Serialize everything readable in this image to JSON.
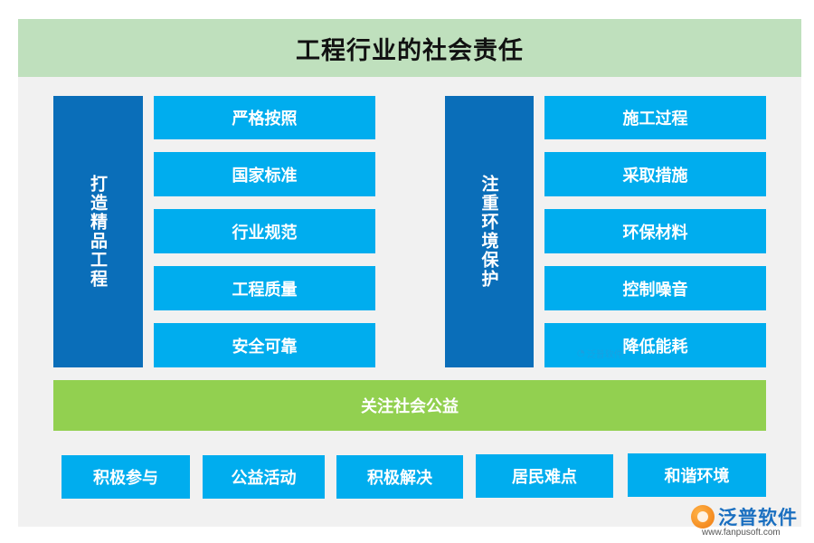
{
  "title": "工程行业的社会责任",
  "left_group": {
    "pillar": "打造精品工程",
    "items": [
      "严格按照",
      "国家标准",
      "行业规范",
      "工程质量",
      "安全可靠"
    ]
  },
  "right_group": {
    "pillar": "注重环境保护",
    "items": [
      "施工过程",
      "采取措施",
      "环保材料",
      "控制噪音",
      "降低能耗"
    ]
  },
  "bar": "关注社会公益",
  "bottom_items": [
    "积极参与",
    "公益活动",
    "积极解决",
    "居民难点",
    "和谐环境"
  ],
  "watermark": "泛普软件",
  "logo": {
    "text": "泛普软件",
    "url": "www.fanpusoft.com"
  },
  "colors": {
    "header": "#bfe0bd",
    "item": "#00adee",
    "pillar": "#0a6eb9",
    "bar": "#92d050",
    "panel": "#f1f1f1"
  }
}
